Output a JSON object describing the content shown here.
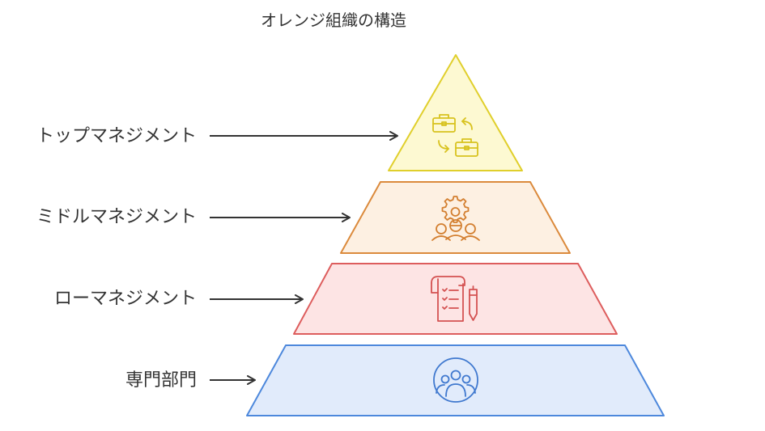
{
  "title": "オレンジ組織の構造",
  "levels": [
    {
      "label": "トップマネジメント",
      "icon": "briefcase-exchange-icon",
      "fill": "#fdf9d2",
      "stroke": "#e0cf2c",
      "icon_color": "#d8c21e"
    },
    {
      "label": "ミドルマネジメント",
      "icon": "team-gear-icon",
      "fill": "#fdf0e2",
      "stroke": "#db8a3c",
      "icon_color": "#d37f30"
    },
    {
      "label": "ローマネジメント",
      "icon": "checklist-pen-icon",
      "fill": "#fde4e4",
      "stroke": "#dd5d5d",
      "icon_color": "#d45252"
    },
    {
      "label": "専門部門",
      "icon": "group-icon",
      "fill": "#e1ebfb",
      "stroke": "#4d88dc",
      "icon_color": "#4079cf"
    }
  ],
  "arrow_color": "#333333",
  "text_color": "#333333"
}
